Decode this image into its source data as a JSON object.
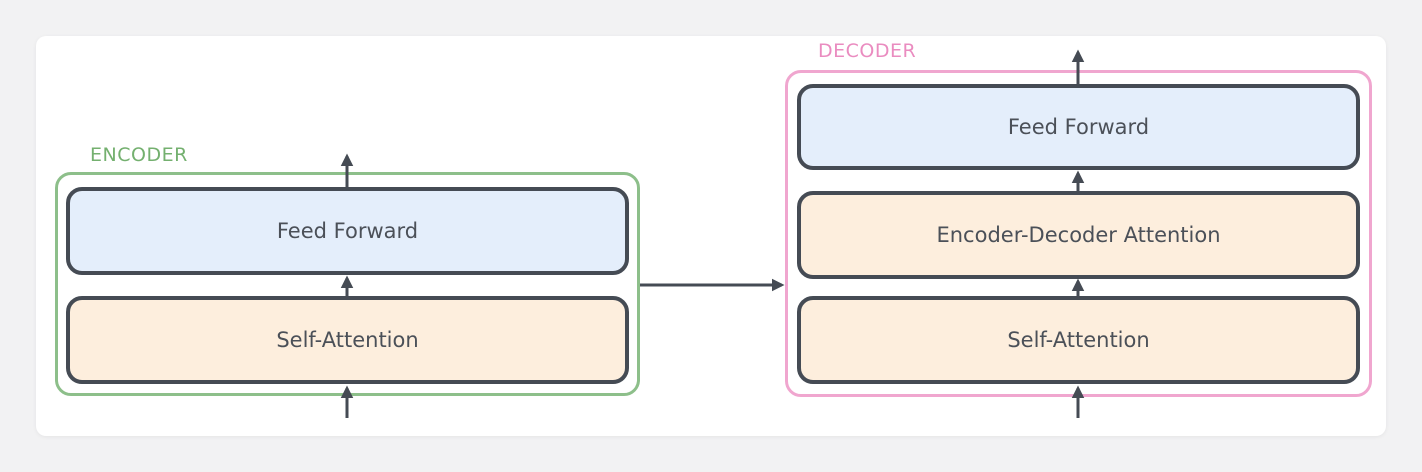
{
  "encoder": {
    "label": "ENCODER",
    "blocks": {
      "feed_forward": "Feed Forward",
      "self_attention": "Self-Attention"
    }
  },
  "decoder": {
    "label": "DECODER",
    "blocks": {
      "feed_forward": "Feed Forward",
      "encoder_decoder_attention": "Encoder-Decoder Attention",
      "self_attention": "Self-Attention"
    }
  },
  "colors": {
    "encoder_border": "#8dbf8a",
    "encoder_label": "#74b06f",
    "decoder_border": "#f0a6cf",
    "decoder_label": "#ea8cc0",
    "feed_forward_fill": "#e4eefb",
    "attention_fill": "#fdeedd",
    "stroke": "#454b54"
  }
}
